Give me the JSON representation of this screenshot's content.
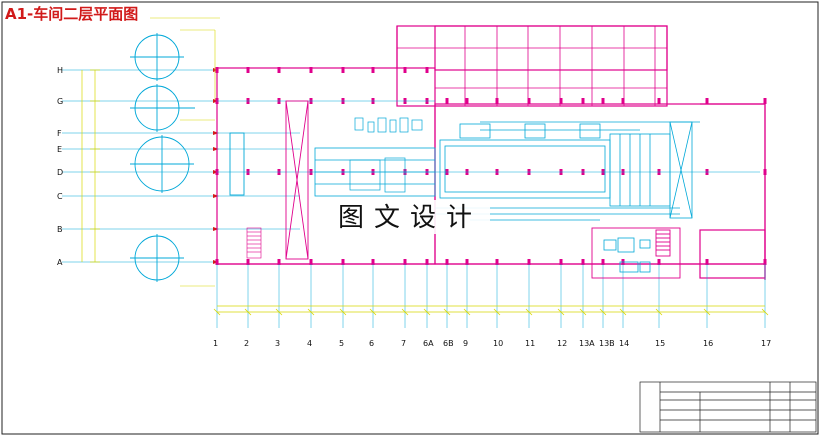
{
  "drawing": {
    "title": "A1-车间二层平面图",
    "watermark": "图文设计"
  },
  "grid": {
    "rows": [
      "H",
      "G",
      "F",
      "E",
      "D",
      "C",
      "B",
      "A"
    ],
    "columns": [
      "1",
      "2",
      "3",
      "4",
      "5",
      "6",
      "7",
      "6A",
      "6B",
      "9",
      "10",
      "11",
      "12",
      "13A",
      "13B",
      "14",
      "15",
      "16",
      "17"
    ]
  },
  "colors": {
    "structure": "#e0008c",
    "equipment": "#00a8d8",
    "dimension": "#d8d800",
    "frame": "#222222",
    "title_red": "#d11a1a"
  }
}
